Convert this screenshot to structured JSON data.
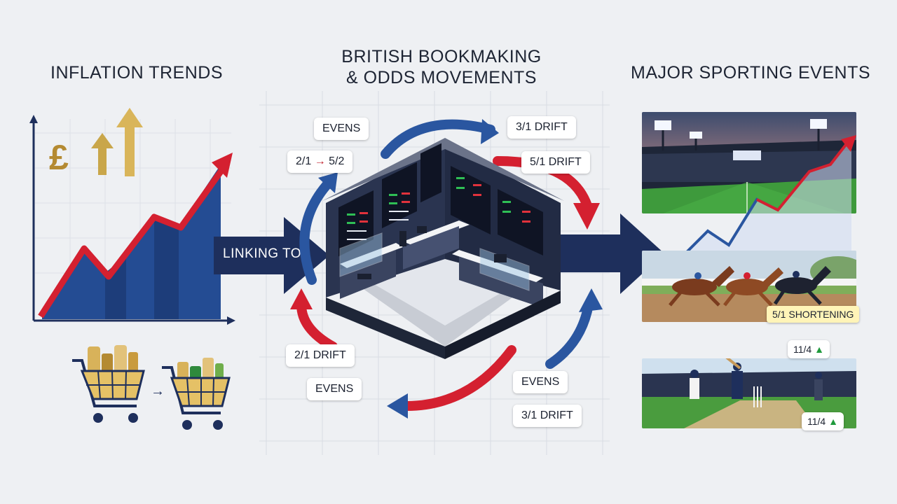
{
  "titles": {
    "inflation": "INFLATION TRENDS",
    "bookmaking_line1": "BRITISH BOOKMAKING",
    "bookmaking_line2": "& ODDS MOVEMENTS",
    "sports": "MAJOR SPORTING EVENTS"
  },
  "link_label": "LINKING TO",
  "pound_symbol": "£",
  "odds_tags": {
    "evens_top": "EVENS",
    "two_to_fivetwo_left": "2/1",
    "two_to_fivetwo_right": "5/2",
    "three_one_drift_top": "3/1 DRIFT",
    "five_one_drift": "5/1 DRIFT",
    "two_one_drift": "2/1 DRIFT",
    "evens_bottom_left": "EVENS",
    "evens_bottom_right": "EVENS",
    "three_one_drift_bottom": "3/1 DRIFT"
  },
  "sport_tags": {
    "five_one_shortening": "5/1 SHORTENING",
    "eleven_four_top": "11/4",
    "eleven_four_bottom": "11/4"
  },
  "icons": {
    "up_arrow": "▲",
    "right_arrow": "→"
  },
  "colors": {
    "navy": "#1e2f5c",
    "red": "#d42030",
    "blue": "#2a56a0",
    "gold": "#c9a64a",
    "green": "#1f9a3c",
    "background": "#eef0f3"
  }
}
